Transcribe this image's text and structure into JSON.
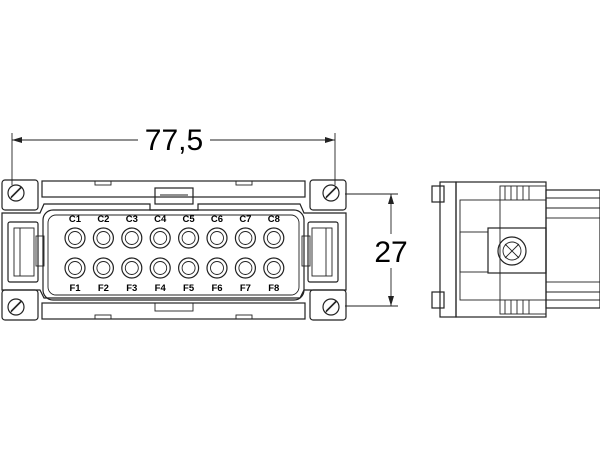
{
  "dimensions": {
    "width": "77,5",
    "height": "27"
  },
  "pins": {
    "top_row": [
      "C1",
      "C2",
      "C3",
      "C4",
      "C5",
      "C6",
      "C7",
      "C8"
    ],
    "bottom_row": [
      "F1",
      "F2",
      "F3",
      "F4",
      "F5",
      "F6",
      "F7",
      "F8"
    ]
  }
}
